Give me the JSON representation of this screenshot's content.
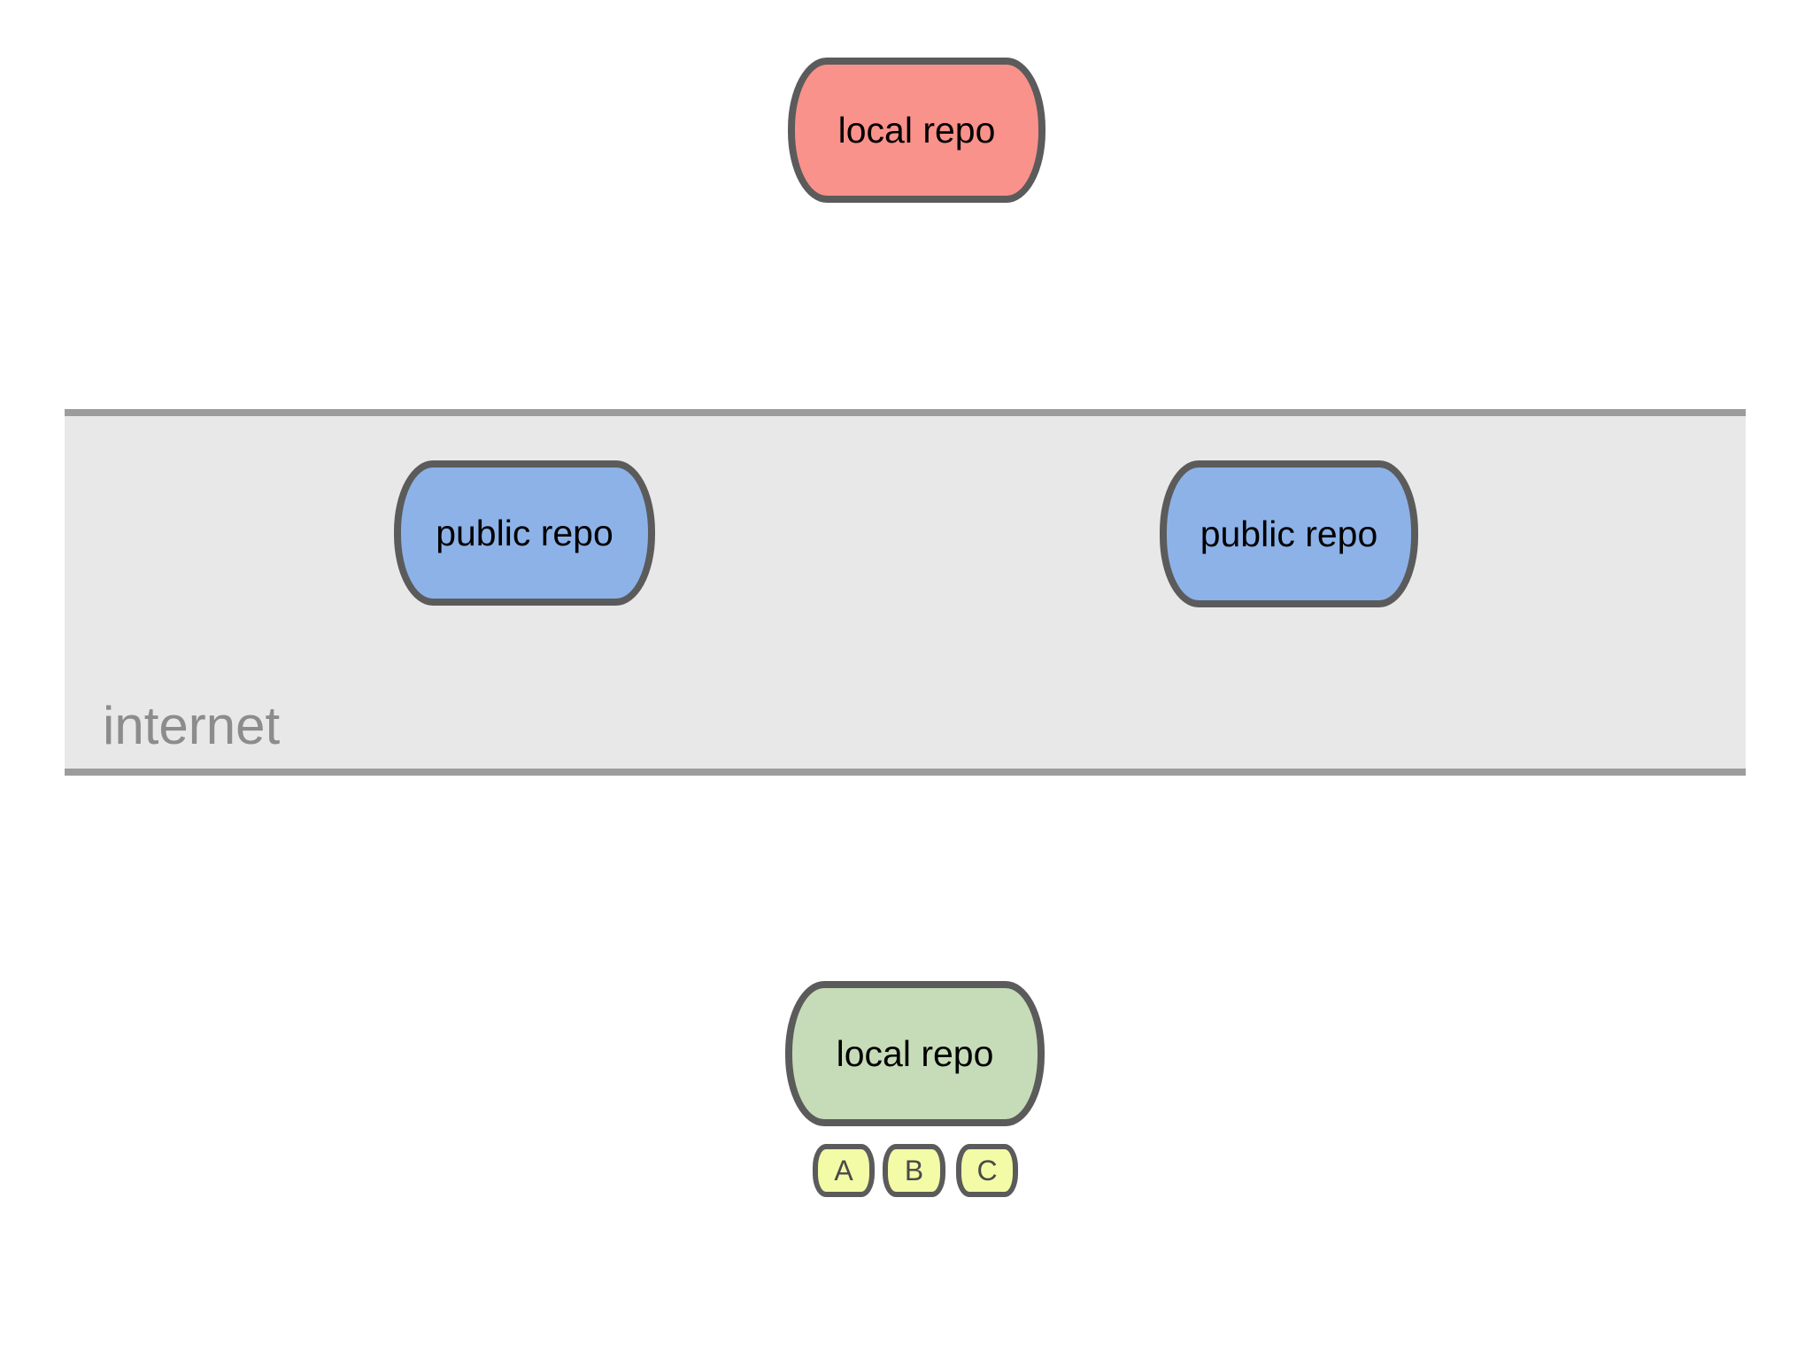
{
  "diagram": {
    "nodes": {
      "local_repo_top": {
        "label": "local repo",
        "fill": "#f9928a"
      },
      "public_repo_left": {
        "label": "public repo",
        "fill": "#8db2e8"
      },
      "public_repo_right": {
        "label": "public repo",
        "fill": "#8db2e8"
      },
      "local_repo_bottom": {
        "label": "local repo",
        "fill": "#c6dcb8"
      }
    },
    "internet_band": {
      "label": "internet",
      "fill": "#e8e8e8",
      "border_color": "#9c9c9c",
      "label_color": "#8c8c8c"
    },
    "branches": [
      {
        "label": "A",
        "fill": "#f3fba6"
      },
      {
        "label": "B",
        "fill": "#f3fba6"
      },
      {
        "label": "C",
        "fill": "#f3fba6"
      }
    ],
    "colors": {
      "node_border": "#5b5b5b",
      "node_text": "#000000",
      "branch_text": "#4a4a4a",
      "background": "#ffffff"
    }
  }
}
